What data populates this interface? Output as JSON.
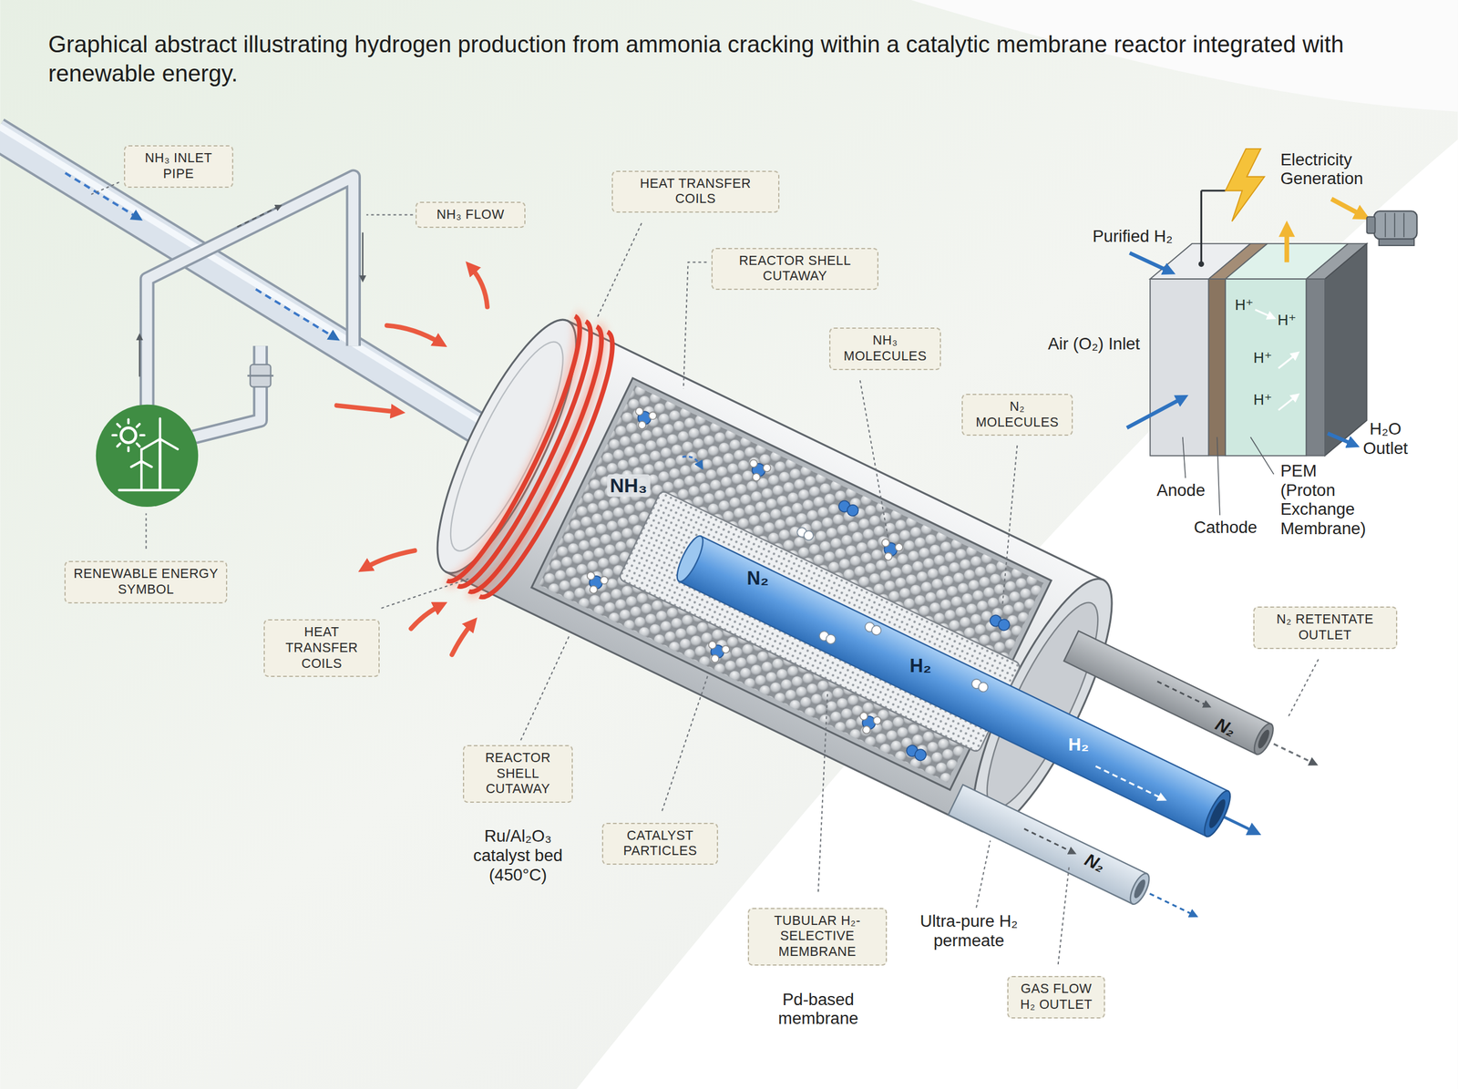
{
  "diagram": {
    "title": "Graphical abstract illustrating hydrogen production from ammonia cracking within a catalytic membrane reactor integrated with renewable energy.",
    "nodes": [
      {
        "text": [
          "NH₃ INLET PIPE"
        ]
      },
      {
        "text": [
          "HEAT TRANSFER COILS"
        ]
      },
      {
        "text": [
          "NH₃ FLOW"
        ]
      },
      {
        "text": [
          "REACTOR SHELL CUTAWAY"
        ]
      },
      {
        "text": [
          "NH₃ MOLECULES"
        ]
      },
      {
        "text": [
          "N₂ MOLECULES"
        ]
      },
      {
        "text": [
          "RENEWABLE ENERGY SYMBOL"
        ]
      },
      {
        "text": [
          "N₂ RETENTATE OUTLET"
        ]
      },
      {
        "text": [
          "HEAT TRANSFER COILS"
        ]
      },
      {
        "text": [
          "REACTOR SHELL CUTAWAY"
        ]
      },
      {
        "text": [
          "CATALYST PARTICLES"
        ]
      },
      {
        "text": [
          "TUBULAR H₂-SELECTIVE MEMBRANE"
        ]
      },
      {
        "text": [
          "GAS FLOW H₂ OUTLET"
        ]
      }
    ],
    "labels": [
      "NH₃",
      "N₂",
      "H₂",
      "H₂",
      "N₂",
      "N₂",
      "Ru/Al₂O₃ catalyst bed (450°C)",
      "Pd-based membrane",
      "Ultra-pure H₂ permeate",
      "Electricity Generation",
      "Purified H₂",
      "H⁺",
      "H⁺",
      "H⁺",
      "H⁺",
      "Air (O₂) Inlet",
      "Anode",
      "Cathode",
      "PEM (Proton Exchange Membrane)",
      "H₂O Outlet"
    ]
  }
}
